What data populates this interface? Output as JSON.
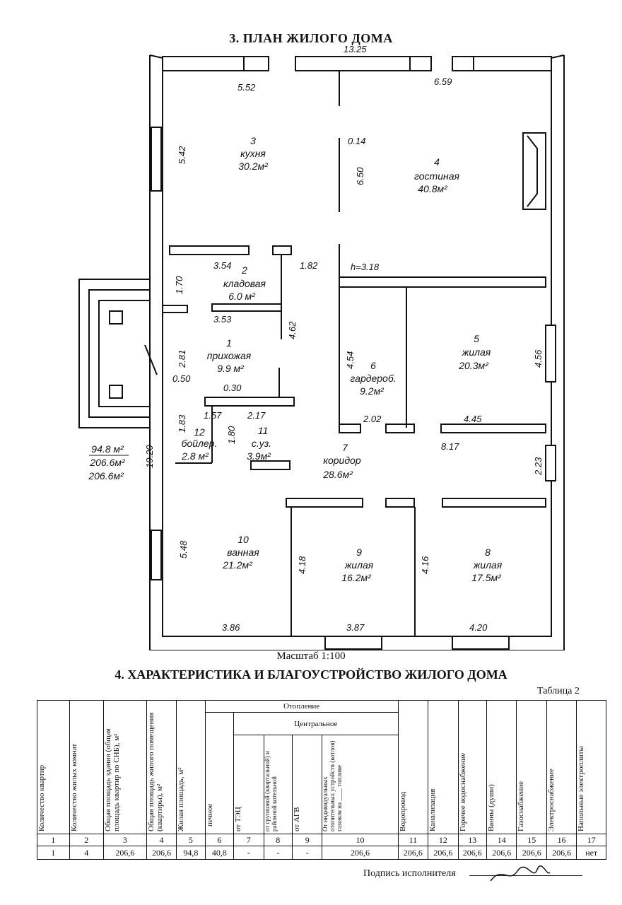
{
  "plan_title": "3. ПЛАН ЖИЛОГО ДОМА",
  "scale": "Масштаб 1:100",
  "rooms": [
    {
      "num": "3",
      "name": "кухня",
      "area": "30.2м²"
    },
    {
      "num": "4",
      "name": "гостиная",
      "area": "40.8м²"
    },
    {
      "num": "2",
      "name": "кладовая",
      "area": "6.0 м²"
    },
    {
      "num": "1",
      "name": "прихожая",
      "area": "9.9 м²"
    },
    {
      "num": "6",
      "name": "гардероб.",
      "area": "9.2м²"
    },
    {
      "num": "5",
      "name": "жилая",
      "area": "20.3м²"
    },
    {
      "num": "12",
      "name": "бойлер.",
      "area": "2.8 м²"
    },
    {
      "num": "11",
      "name": "с.уз.",
      "area": "3.9м²"
    },
    {
      "num": "7",
      "name": "коридор",
      "area": "28.6м²"
    },
    {
      "num": "10",
      "name": "ванная",
      "area": "21.2м²"
    },
    {
      "num": "9",
      "name": "жилая",
      "area": "16.2м²"
    },
    {
      "num": "8",
      "name": "жилая",
      "area": "17.5м²"
    }
  ],
  "dimensions": {
    "top": "13.25",
    "d552": "5.52",
    "d659": "6.59",
    "d542": "5.42",
    "d014": "0.14",
    "d650": "6.50",
    "d354": "3.54",
    "d182": "1.82",
    "h": "h=3.18",
    "d170": "1.70",
    "d353": "3.53",
    "d462": "4.62",
    "d454": "4.54",
    "d456": "4.56",
    "d281": "2.81",
    "d050": "0.50",
    "d030": "0.30",
    "d157": "1.57",
    "d217": "2.17",
    "d202": "2.02",
    "d445": "4.45",
    "d183": "1.83",
    "d180": "1.80",
    "d817": "8.17",
    "d1920": "19.20",
    "d223": "2.23",
    "d548": "5.48",
    "d418": "4.18",
    "d416": "4.16",
    "d386": "3.86",
    "d387": "3.87",
    "d420": "4.20"
  },
  "totals": [
    "94.8 м²",
    "206.6м²",
    "206.6м²"
  ],
  "table_title": "4. ХАРАКТЕРИСТИКА И БЛАГОУСТРОЙСТВО ЖИЛОГО ДОМА",
  "table_label": "Таблица 2",
  "table": {
    "heating": "Отопление",
    "central": "Центральное",
    "headers": [
      "Количество квартир",
      "Количество жилых комнат",
      "Общая площадь здания (общая площадь квартир по СНБ), м²",
      "Общая площадь жилого помещения (квартиры), м²",
      "Жилая площадь, м²",
      "печное",
      "от ТЭЦ",
      "от групповой (квартальной) и районной котельной",
      "от АГВ",
      "От индивидуальных отопительных устройств (котлов) газовом на ____ топливе",
      "Водопровод",
      "Канализация",
      "Горячее водоснабжение",
      "Ванны (души)",
      "Газоснабжение",
      "Электроснабжение",
      "Напольные электроплиты"
    ],
    "numbers": [
      "1",
      "2",
      "3",
      "4",
      "5",
      "6",
      "7",
      "8",
      "9",
      "10",
      "11",
      "12",
      "13",
      "14",
      "15",
      "16",
      "17"
    ],
    "values": [
      "1",
      "4",
      "206,6",
      "206,6",
      "94,8",
      "40,8",
      "-",
      "-",
      "-",
      "206,6",
      "206,6",
      "206,6",
      "206,6",
      "206,6",
      "206,6",
      "206,6",
      "нет"
    ]
  },
  "signature_label": "Подпись исполнителя"
}
